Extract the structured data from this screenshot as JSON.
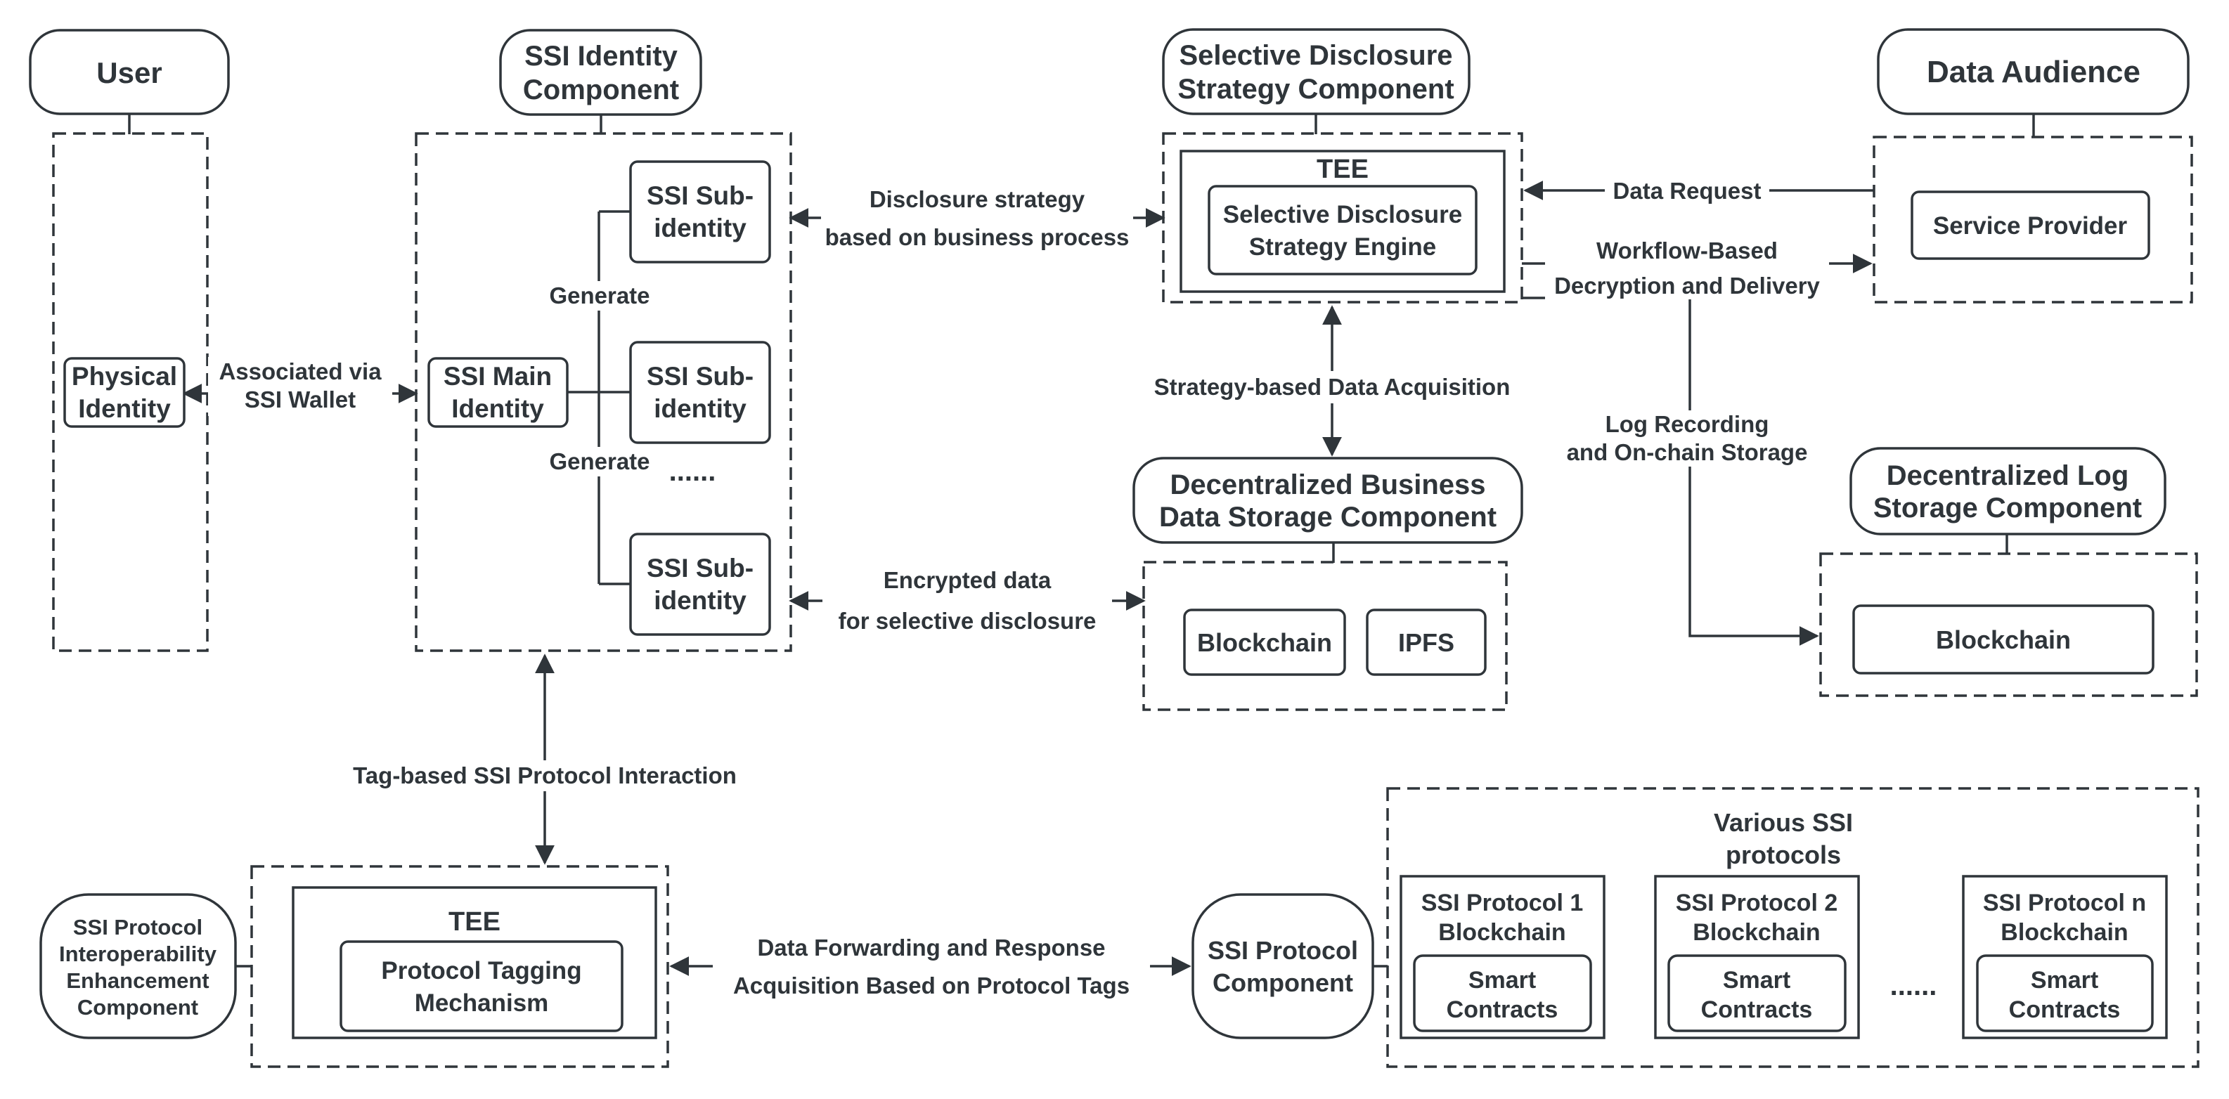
{
  "colors": {
    "ink": "#2f353a",
    "bg": "#ffffff"
  },
  "nodes": {
    "user_pill": {
      "label": "User"
    },
    "ssi_identity_pill": {
      "line1": "SSI Identity",
      "line2": "Component"
    },
    "selective_pill": {
      "line1": "Selective Disclosure",
      "line2": "Strategy Component"
    },
    "audience_pill": {
      "label": "Data Audience"
    },
    "physical_identity": {
      "line1": "Physical",
      "line2": "Identity"
    },
    "ssi_main_identity": {
      "line1": "SSI Main",
      "line2": "Identity"
    },
    "ssi_sub_identity": {
      "line1": "SSI Sub-",
      "line2": "identity"
    },
    "generate_label": "Generate",
    "ellipsis": "......",
    "tee_label": "TEE",
    "strategy_engine": {
      "line1": "Selective Disclosure",
      "line2": "Strategy Engine"
    },
    "service_provider": {
      "label": "Service Provider"
    },
    "biz_storage_pill": {
      "line1": "Decentralized Business",
      "line2": "Data Storage Component"
    },
    "blockchain_label": "Blockchain",
    "ipfs_label": "IPFS",
    "log_storage_pill": {
      "line1": "Decentralized Log",
      "line2": "Storage Component"
    },
    "interop_pill": {
      "line1": "SSI Protocol",
      "line2": "Interoperability",
      "line3": "Enhancement",
      "line4": "Component"
    },
    "protocol_tagging": {
      "line1": "Protocol Tagging",
      "line2": "Mechanism"
    },
    "ssi_protocol_pill": {
      "line1": "SSI Protocol",
      "line2": "Component"
    },
    "protocols_title": {
      "line1": "Various SSI",
      "line2": "protocols"
    },
    "protocol_1": {
      "line1": "SSI Protocol 1",
      "line2": "Blockchain"
    },
    "protocol_2": {
      "line1": "SSI Protocol 2",
      "line2": "Blockchain"
    },
    "protocol_n": {
      "line1": "SSI Protocol n",
      "line2": "Blockchain"
    },
    "smart_contracts": {
      "line1": "Smart",
      "line2": "Contracts"
    }
  },
  "edges": {
    "associated": {
      "line1": "Associated via",
      "line2": "SSI Wallet"
    },
    "disclosure": {
      "line1": "Disclosure strategy",
      "line2": "based on business process"
    },
    "strategy_acq": {
      "label": "Strategy-based Data Acquisition"
    },
    "encrypted": {
      "line1": "Encrypted data",
      "line2": "for selective disclosure"
    },
    "data_request": {
      "label": "Data Request"
    },
    "workflow": {
      "line1": "Workflow-Based",
      "line2": "Decryption and Delivery"
    },
    "log_recording": {
      "line1": "Log Recording",
      "line2": "and On-chain Storage"
    },
    "tag_based": {
      "label": "Tag-based SSI Protocol Interaction"
    },
    "forwarding": {
      "line1": "Data Forwarding and Response",
      "line2": "Acquisition Based on Protocol Tags"
    }
  }
}
